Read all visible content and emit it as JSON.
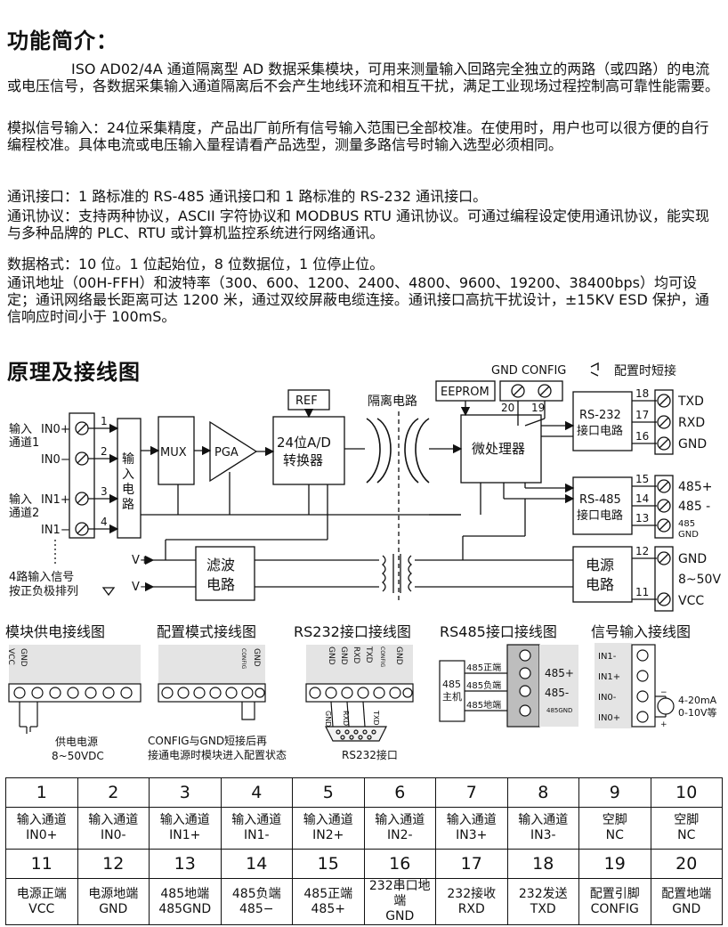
{
  "section1": {
    "title": "功能简介：",
    "paragraphs": [
      "ISO AD02/4A 通道隔离型 AD 数据采集模块，可用来测量输入回路完全独立的两路（或四路）的电流或电压信号，各数据采集输入通道隔离后不会产生地线环流和相互干扰，满足工业现场过程控制高可靠性能需要。",
      "模拟信号输入：24位采集精度，产品出厂前所有信号输入范围已全部校准。在使用时，用户也可以很方便的自行编程校准。具体电流或电压输入量程请看产品选型，测量多路信号时输入选型必须相同。",
      "通讯接口：1 路标准的 RS-485 通讯接口和 1 路标准的 RS-232 通讯接口。",
      "通讯协议：支持两种协议，ASCII 字符协议和 MODBUS RTU 通讯协议。可通过编程设定使用通讯协议，能实现与多种品牌的 PLC、RTU 或计算机监控系统进行网络通讯。",
      "数据格式：10 位。1 位起始位，8 位数据位，1 位停止位。",
      "通讯地址（00H-FFH）和波特率（300、600、1200、2400、4800、9600、19200、38400bps）均可设定；通讯网络最长距离可达 1200 米，通过双绞屏蔽电缆连接。通讯接口高抗干扰设计，±15KV ESD 保护，通信响应时间小于 100mS。"
    ]
  },
  "section2": {
    "title": "原理及接线图",
    "gnd_config_note": "GND  CONFIG",
    "short_note": "配置时短接",
    "left": {
      "input1": "输入",
      "channel1": "通道1",
      "input2": "输入",
      "channel2": "通道2",
      "in0p": "IN0+",
      "in0m": "IN0−",
      "in1p": "IN1+",
      "in1m": "IN1−",
      "four_ch_1": "4路输入信号",
      "four_ch_2": "按正负极排列",
      "wire_nums": [
        "1",
        "2",
        "3",
        "4"
      ]
    },
    "blocks": {
      "input_circuit": [
        "输",
        "入",
        "电",
        "路"
      ],
      "mux": "MUX",
      "pga": "PGA",
      "ref": "REF",
      "adc_1": "24位A/D",
      "adc_2": "转换器",
      "isolation": "隔离电路",
      "eeprom": "EEPROM",
      "mcu": "微处理器",
      "rs232_1": "RS-232",
      "rs232_2": "接口电路",
      "rs485_1": "RS-485",
      "rs485_2": "接口电路",
      "filter_1": "滤波",
      "filter_2": "电路",
      "power_1": "电源",
      "power_2": "电路",
      "vplus": "V+",
      "vminus": "V−"
    },
    "right_pins": {
      "n20": "20",
      "n19": "19",
      "n18": "18",
      "n17": "17",
      "n16": "16",
      "n15": "15",
      "n14": "14",
      "n13": "13",
      "n12": "12",
      "n11": "11",
      "txd": "TXD",
      "rxd": "RXD",
      "gnd": "GND",
      "p485p": "485+",
      "p485m": "485 -",
      "p485g_1": "485",
      "p485g_2": "GND",
      "pgnd": "GND",
      "range": "8~50V",
      "vcc": "VCC"
    }
  },
  "wiring": {
    "power_title": "模块供电接线图",
    "config_title": "配置模式接线图",
    "rs232_title": "RS232接口接线图",
    "rs485_title": "RS485接口接线图",
    "signal_title": "信号输入接线图",
    "power_labels": [
      "GND",
      "VCC"
    ],
    "power_note_1": "供电电源",
    "power_note_2": "8~50VDC",
    "config_labels": [
      "GND",
      "CONFIG"
    ],
    "config_note_1": "CONFIG与GND短接后再",
    "config_note_2": "接通电源时模块进入配置状态",
    "rs232_top_labels": [
      "GND",
      "GND",
      "RXD",
      "TXD",
      "CONFIG",
      "GND"
    ],
    "rs232_cable_labels": [
      "GND",
      "RXD",
      "TXD"
    ],
    "rs232_note": "RS232接口",
    "rs485_host_1": "485",
    "rs485_host_2": "主机",
    "rs485_lines": [
      "485正端",
      "485负端",
      "485地端"
    ],
    "rs485_term": [
      "485+",
      "485-",
      "485GND"
    ],
    "signal_pins": [
      "IN1-",
      "IN1+",
      "IN0-",
      "IN0+"
    ],
    "signal_range_1": "4-20mA",
    "signal_range_2": "0-10V等"
  },
  "pin_table": {
    "row1_nums": [
      "1",
      "2",
      "3",
      "4",
      "5",
      "6",
      "7",
      "8",
      "9",
      "10"
    ],
    "row1_desc": [
      [
        "输入通道",
        "IN0+"
      ],
      [
        "输入通道",
        "IN0-"
      ],
      [
        "输入通道",
        "IN1+"
      ],
      [
        "输入通道",
        "IN1-"
      ],
      [
        "输入通道",
        "IN2+"
      ],
      [
        "输入通道",
        "IN2-"
      ],
      [
        "输入通道",
        "IN3+"
      ],
      [
        "输入通道",
        "IN3-"
      ],
      [
        "空脚",
        "NC"
      ],
      [
        "空脚",
        "NC"
      ]
    ],
    "row2_nums": [
      "11",
      "12",
      "13",
      "14",
      "15",
      "16",
      "17",
      "18",
      "19",
      "20"
    ],
    "row2_desc": [
      [
        "电源正端",
        "VCC"
      ],
      [
        "电源地端",
        "GND"
      ],
      [
        "485地端",
        "485GND"
      ],
      [
        "485负端",
        "485−"
      ],
      [
        "485正端",
        "485+"
      ],
      [
        "232串口地端",
        "GND"
      ],
      [
        "232接收",
        "RXD"
      ],
      [
        "232发送",
        "TXD"
      ],
      [
        "配置引脚",
        "CONFIG"
      ],
      [
        "配置地端",
        "GND"
      ]
    ]
  }
}
